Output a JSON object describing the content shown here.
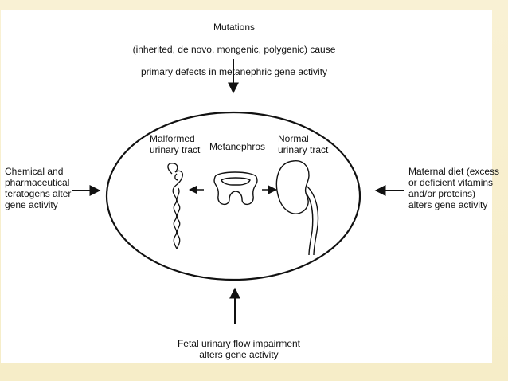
{
  "top": {
    "line1": "Mutations",
    "line2": "(inherited, de novo, mongenic, polygenic) cause",
    "line3": "primary defects in metanephric gene activity"
  },
  "left": {
    "text": "Chemical and\npharmaceutical\nteratogens alter\ngene activity"
  },
  "right": {
    "text": "Maternal diet (excess\nor deficient vitamins\nand/or proteins)\nalters gene activity"
  },
  "bottom": {
    "text": "Fetal urinary flow impairment\nalters gene activity"
  },
  "inner": {
    "malformed": "Malformed\nurinary tract",
    "metanephros": "Metanephros",
    "normal": "Normal\nurinary tract"
  }
}
